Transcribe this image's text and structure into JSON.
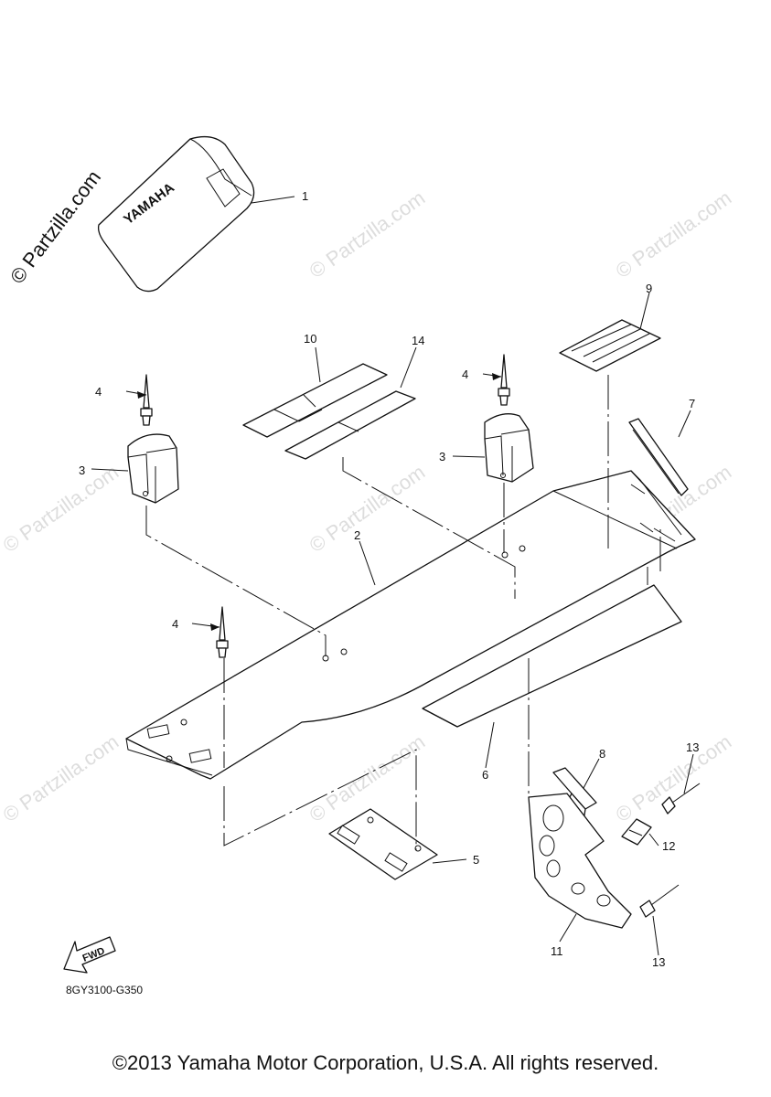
{
  "watermark": "© Partzilla.com",
  "brand_label": "YAMAHA",
  "fwd_label": "FWD",
  "diagram_code": "8GY3100-G350",
  "copyright": "©2013 Yamaha Motor Corporation, U.S.A. All rights reserved.",
  "callouts": {
    "c1": "1",
    "c2": "2",
    "c3a": "3",
    "c3b": "3",
    "c4a": "4",
    "c4b": "4",
    "c4c": "4",
    "c5": "5",
    "c6": "6",
    "c7": "7",
    "c8": "8",
    "c9": "9",
    "c10": "10",
    "c11": "11",
    "c12": "12",
    "c13a": "13",
    "c13b": "13",
    "c14": "14"
  }
}
